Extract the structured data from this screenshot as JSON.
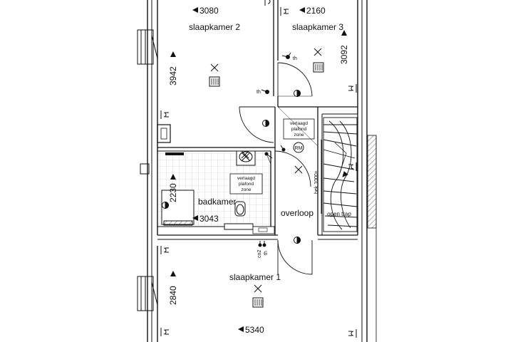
{
  "rooms": {
    "bedroom2": "slaapkamer 2",
    "bedroom3": "slaapkamer 3",
    "bedroom1": "slaapkamer 1",
    "bathroom": "badkamer",
    "landing": "overloop"
  },
  "dimensions": {
    "bed2_width": "3080",
    "bed2_depth": "3942",
    "bed3_width": "2160",
    "bed3_depth": "3092",
    "bath_width": "3043",
    "bath_depth": "2230",
    "bed1_depth": "2840",
    "bed1_width": "5340"
  },
  "notes": {
    "lowered_ceiling_1": "verlaagd",
    "lowered_ceiling_2": "plafond",
    "lowered_ceiling_3": "zone",
    "thermostat": "th",
    "co2_sensor": "co2",
    "smoke_detector": "RM",
    "handrail": "hek 1000+",
    "open_stair": "open trap"
  },
  "colors": {
    "line": "#111111",
    "tile": "#bdbdbd"
  }
}
